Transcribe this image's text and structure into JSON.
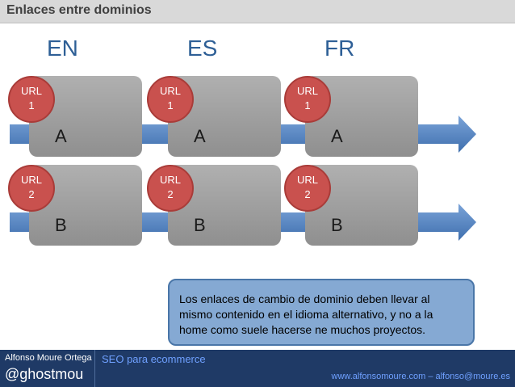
{
  "header": {
    "title": "Enlaces entre dominios"
  },
  "languages": [
    "EN",
    "ES",
    "FR"
  ],
  "rows": [
    {
      "box_label": "A",
      "url_label": "URL",
      "url_number": "1"
    },
    {
      "box_label": "B",
      "url_label": "URL",
      "url_number": "2"
    }
  ],
  "note": {
    "text": "Los enlaces de cambio de dominio deben llevar al mismo contenido en el idioma alternativo, y no a la home como suele hacerse ne muchos proyectos."
  },
  "footer": {
    "author": "Alfonso Moure Ortega",
    "handle": "@ghostmou",
    "course": "SEO para ecommerce",
    "site": "www.alfonsomoure.com – alfonso@moure.es"
  },
  "colors": {
    "arrow": "#5b87c3",
    "circle": "#c9514e",
    "box": "#a6a6a6",
    "note": "#85a9d3",
    "footer": "#1f3a66"
  }
}
